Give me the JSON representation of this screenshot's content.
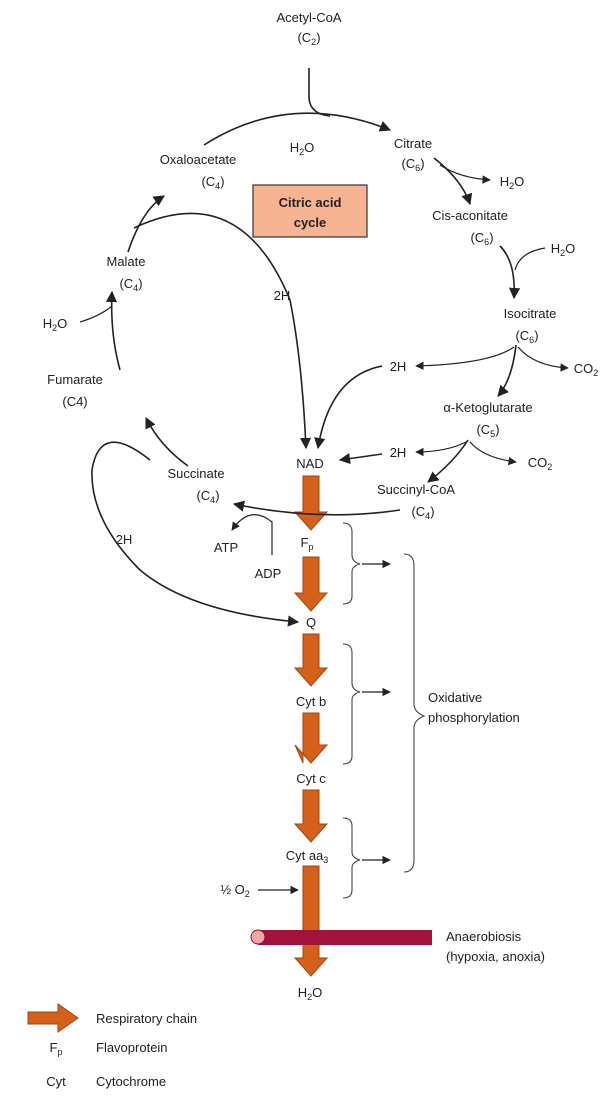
{
  "metabolites": {
    "acetyl_coa": {
      "name": "Acetyl-CoA",
      "carbons": "(C",
      "carbons_sub": "2",
      "carbons_end": ")"
    },
    "citrate": {
      "name": "Citrate",
      "carbons": "(C",
      "carbons_sub": "6",
      "carbons_end": ")"
    },
    "cis_aconitate": {
      "name": "Cis-aconitate",
      "carbons": "(C",
      "carbons_sub": "6",
      "carbons_end": ")"
    },
    "isocitrate": {
      "name": "Isocitrate",
      "carbons": "(C",
      "carbons_sub": "6",
      "carbons_end": ")"
    },
    "alpha_ketoglutarate": {
      "name": "α-Ketoglutarate",
      "carbons": "(C",
      "carbons_sub": "5",
      "carbons_end": ")"
    },
    "succinyl_coa": {
      "name": "Succinyl-CoA",
      "carbons": "(C",
      "carbons_sub": "4",
      "carbons_end": ")"
    },
    "succinate": {
      "name": "Succinate",
      "carbons": "(C",
      "carbons_sub": "4",
      "carbons_end": ")"
    },
    "fumarate": {
      "name": "Fumarate",
      "carbons": "(C4)"
    },
    "malate": {
      "name": "Malate",
      "carbons": "(C",
      "carbons_sub": "4",
      "carbons_end": ")"
    },
    "oxaloacetate": {
      "name": "Oxaloacetate",
      "carbons": "(C",
      "carbons_sub": "4",
      "carbons_end": ")"
    }
  },
  "cycle_title": {
    "line1": "Citric acid",
    "line2": "cycle"
  },
  "water": {
    "base": "H",
    "sub": "2",
    "end": "O"
  },
  "co2": {
    "base": "CO",
    "sub": "2"
  },
  "two_h": "2H",
  "atp": "ATP",
  "adp": "ADP",
  "chain": {
    "nad": "NAD",
    "fp": "F",
    "fp_sub": "p",
    "q": "Q",
    "cyt_b": "Cyt b",
    "cyt_c": "Cyt c",
    "cyt_aa3": "Cyt aa",
    "cyt_aa3_sub": "3",
    "o2": "½ O",
    "o2_sub": "2",
    "water_out": "H",
    "water_out_sub": "2",
    "water_out_end": "O"
  },
  "oxidative": {
    "line1": "Oxidative",
    "line2": "phosphorylation"
  },
  "anaerobiosis": {
    "line1": "Anaerobiosis",
    "line2": "(hypoxia, anoxia)"
  },
  "legend": {
    "respiratory_chain": "Respiratory chain",
    "fp_symbol": "F",
    "fp_symbol_sub": "p",
    "fp_meaning": "Flavoprotein",
    "cyt_symbol": "Cyt",
    "cyt_meaning": "Cytochrome"
  },
  "colors": {
    "chain_arrow": "#d4601a",
    "chain_arrow_edge": "#a5440f",
    "title_box": "#f6b391",
    "block_bar": "#a3123a",
    "block_dot": "#f3a7a5"
  }
}
